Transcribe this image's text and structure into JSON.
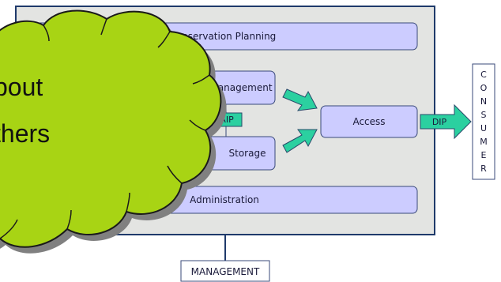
{
  "diagram": {
    "boxes": {
      "preservation_planning": "Preservation Planning",
      "data_management": "Management",
      "archival_storage": "Storage",
      "access": "Access",
      "administration": "Administration"
    },
    "arrows": {
      "aip": "AIP",
      "dip": "DIP"
    },
    "consumer_letters": [
      "C",
      "O",
      "N",
      "S",
      "U",
      "M",
      "E",
      "R"
    ],
    "management": "MANAGEMENT",
    "cloud": {
      "line1": "bout",
      "line2": "thers"
    },
    "colors": {
      "frame_fill": "#e3e4e2",
      "frame_stroke": "#1f3a6b",
      "box_fill": "#ccccff",
      "box_stroke": "#3a4a7a",
      "arrow_fill": "#2bd0a0",
      "arrow_stroke": "#2a4a6a",
      "cloud_fill": "#a8d414",
      "cloud_stroke": "#1a1a1a",
      "cloud_shadow": "#808080"
    }
  }
}
